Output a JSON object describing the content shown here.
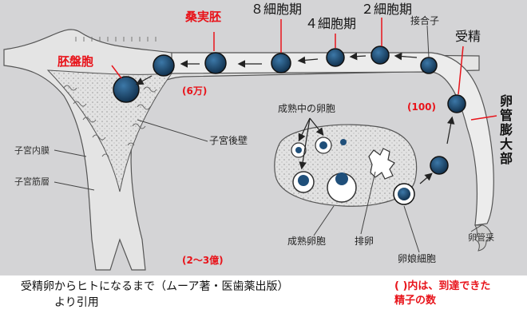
{
  "labels": {
    "morula": "桑実胚",
    "eight_cell": "８細胞期",
    "four_cell": "４細胞期",
    "two_cell": "２細胞期",
    "zygote": "接合子",
    "fertilization": "受精",
    "blastocyst": "胚盤胞",
    "count_60k": "(6万)",
    "count_100": "(100)",
    "ampulla": "卵管膨大部",
    "uterine_back_wall": "子宮後壁",
    "endometrium": "子宮内膜",
    "myometrium": "子宮筋層",
    "maturing_follicle": "成熟中の卵胞",
    "mature_follicle": "成熟卵胞",
    "ovulation": "排卵",
    "oocyte": "卵娘細胞",
    "fimbriae": "卵管采",
    "count_200m": "(2〜3億)"
  },
  "caption": {
    "line1": "受精卵からヒトになるまで（ムーア著・医歯薬出版）",
    "line2": "より引用"
  },
  "note": {
    "line1": "( )内は、到達できた",
    "line2": "精子の数"
  },
  "colors": {
    "red_label": "#e8141b",
    "cell_fill": "#1f4f7a",
    "background": "#ffffff",
    "tissue": "#dcdcdc"
  }
}
